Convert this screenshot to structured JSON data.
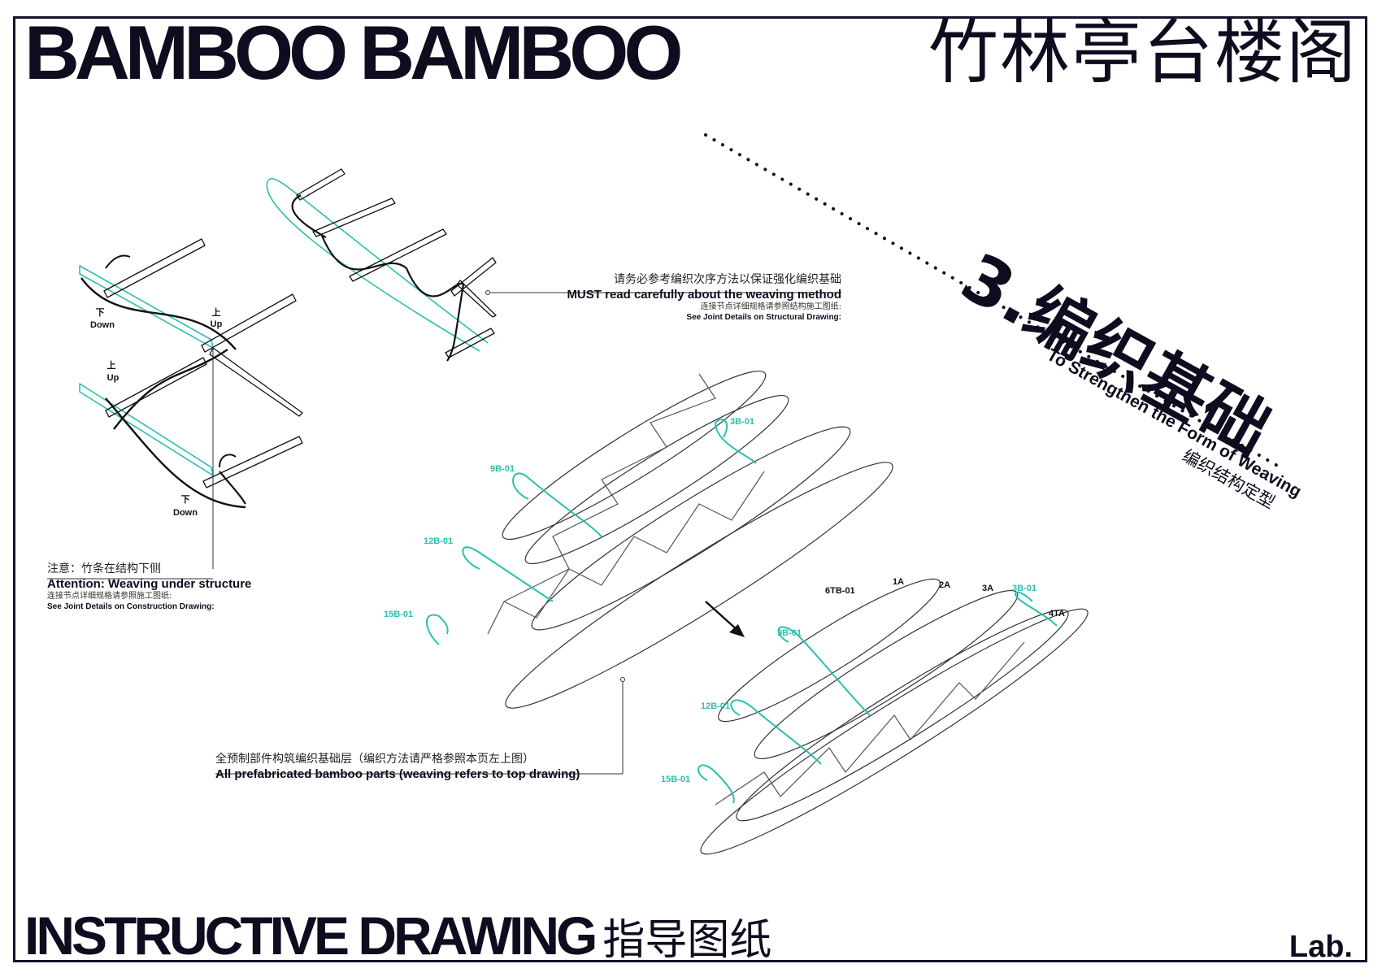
{
  "header": {
    "title_en": "BAMBOO BAMBOO",
    "title_cn": "竹林亭台楼阁"
  },
  "section": {
    "title": "3.编织基础",
    "subtitle_en": "To Strengthen the Form of Weaving",
    "subtitle_cn": "编织结构定型"
  },
  "notes": {
    "weaving_cn": "请务必参考编织次序方法以保证强化编织基础",
    "weaving_en": "MUST read carefully about the weaving method",
    "weaving_cn2": "连接节点详细规格请参照结构施工图纸:",
    "weaving_en2": "See Joint Details on Structural Drawing:",
    "attention_cn": "注意：竹条在结构下侧",
    "attention_en": "Attention: Weaving under structure",
    "attention_cn2": "连接节点详细规格请参照施工图纸:",
    "attention_en2": "See Joint Details on Construction Drawing:",
    "prefab_cn": "全预制部件构筑编织基础层（编织方法请严格参照本页左上图）",
    "prefab_en": "All prefabricated bamboo parts (weaving refers to top drawing)"
  },
  "weave_labels": {
    "down1_cn": "下",
    "down1_en": "Down",
    "up1_cn": "上",
    "up1_en": "Up",
    "up2_cn": "上",
    "up2_en": "Up",
    "down2_cn": "下",
    "down2_en": "Down"
  },
  "part_labels": {
    "exploded": [
      "3B-01",
      "9B-01",
      "12B-01",
      "15B-01"
    ],
    "assembled_teal": [
      "3B-01",
      "9B-01",
      "12B-01",
      "15B-01"
    ],
    "assembled_black": [
      "6TB-01",
      "1A",
      "2A",
      "3A",
      "4TA"
    ]
  },
  "footer": {
    "title_en": "INSTRUCTIVE DRAWING",
    "title_cn": "指导图纸",
    "logo": "Lab."
  },
  "colors": {
    "ink": "#0d0d1f",
    "teal": "#2bbfb0",
    "frame": "#14142b"
  }
}
